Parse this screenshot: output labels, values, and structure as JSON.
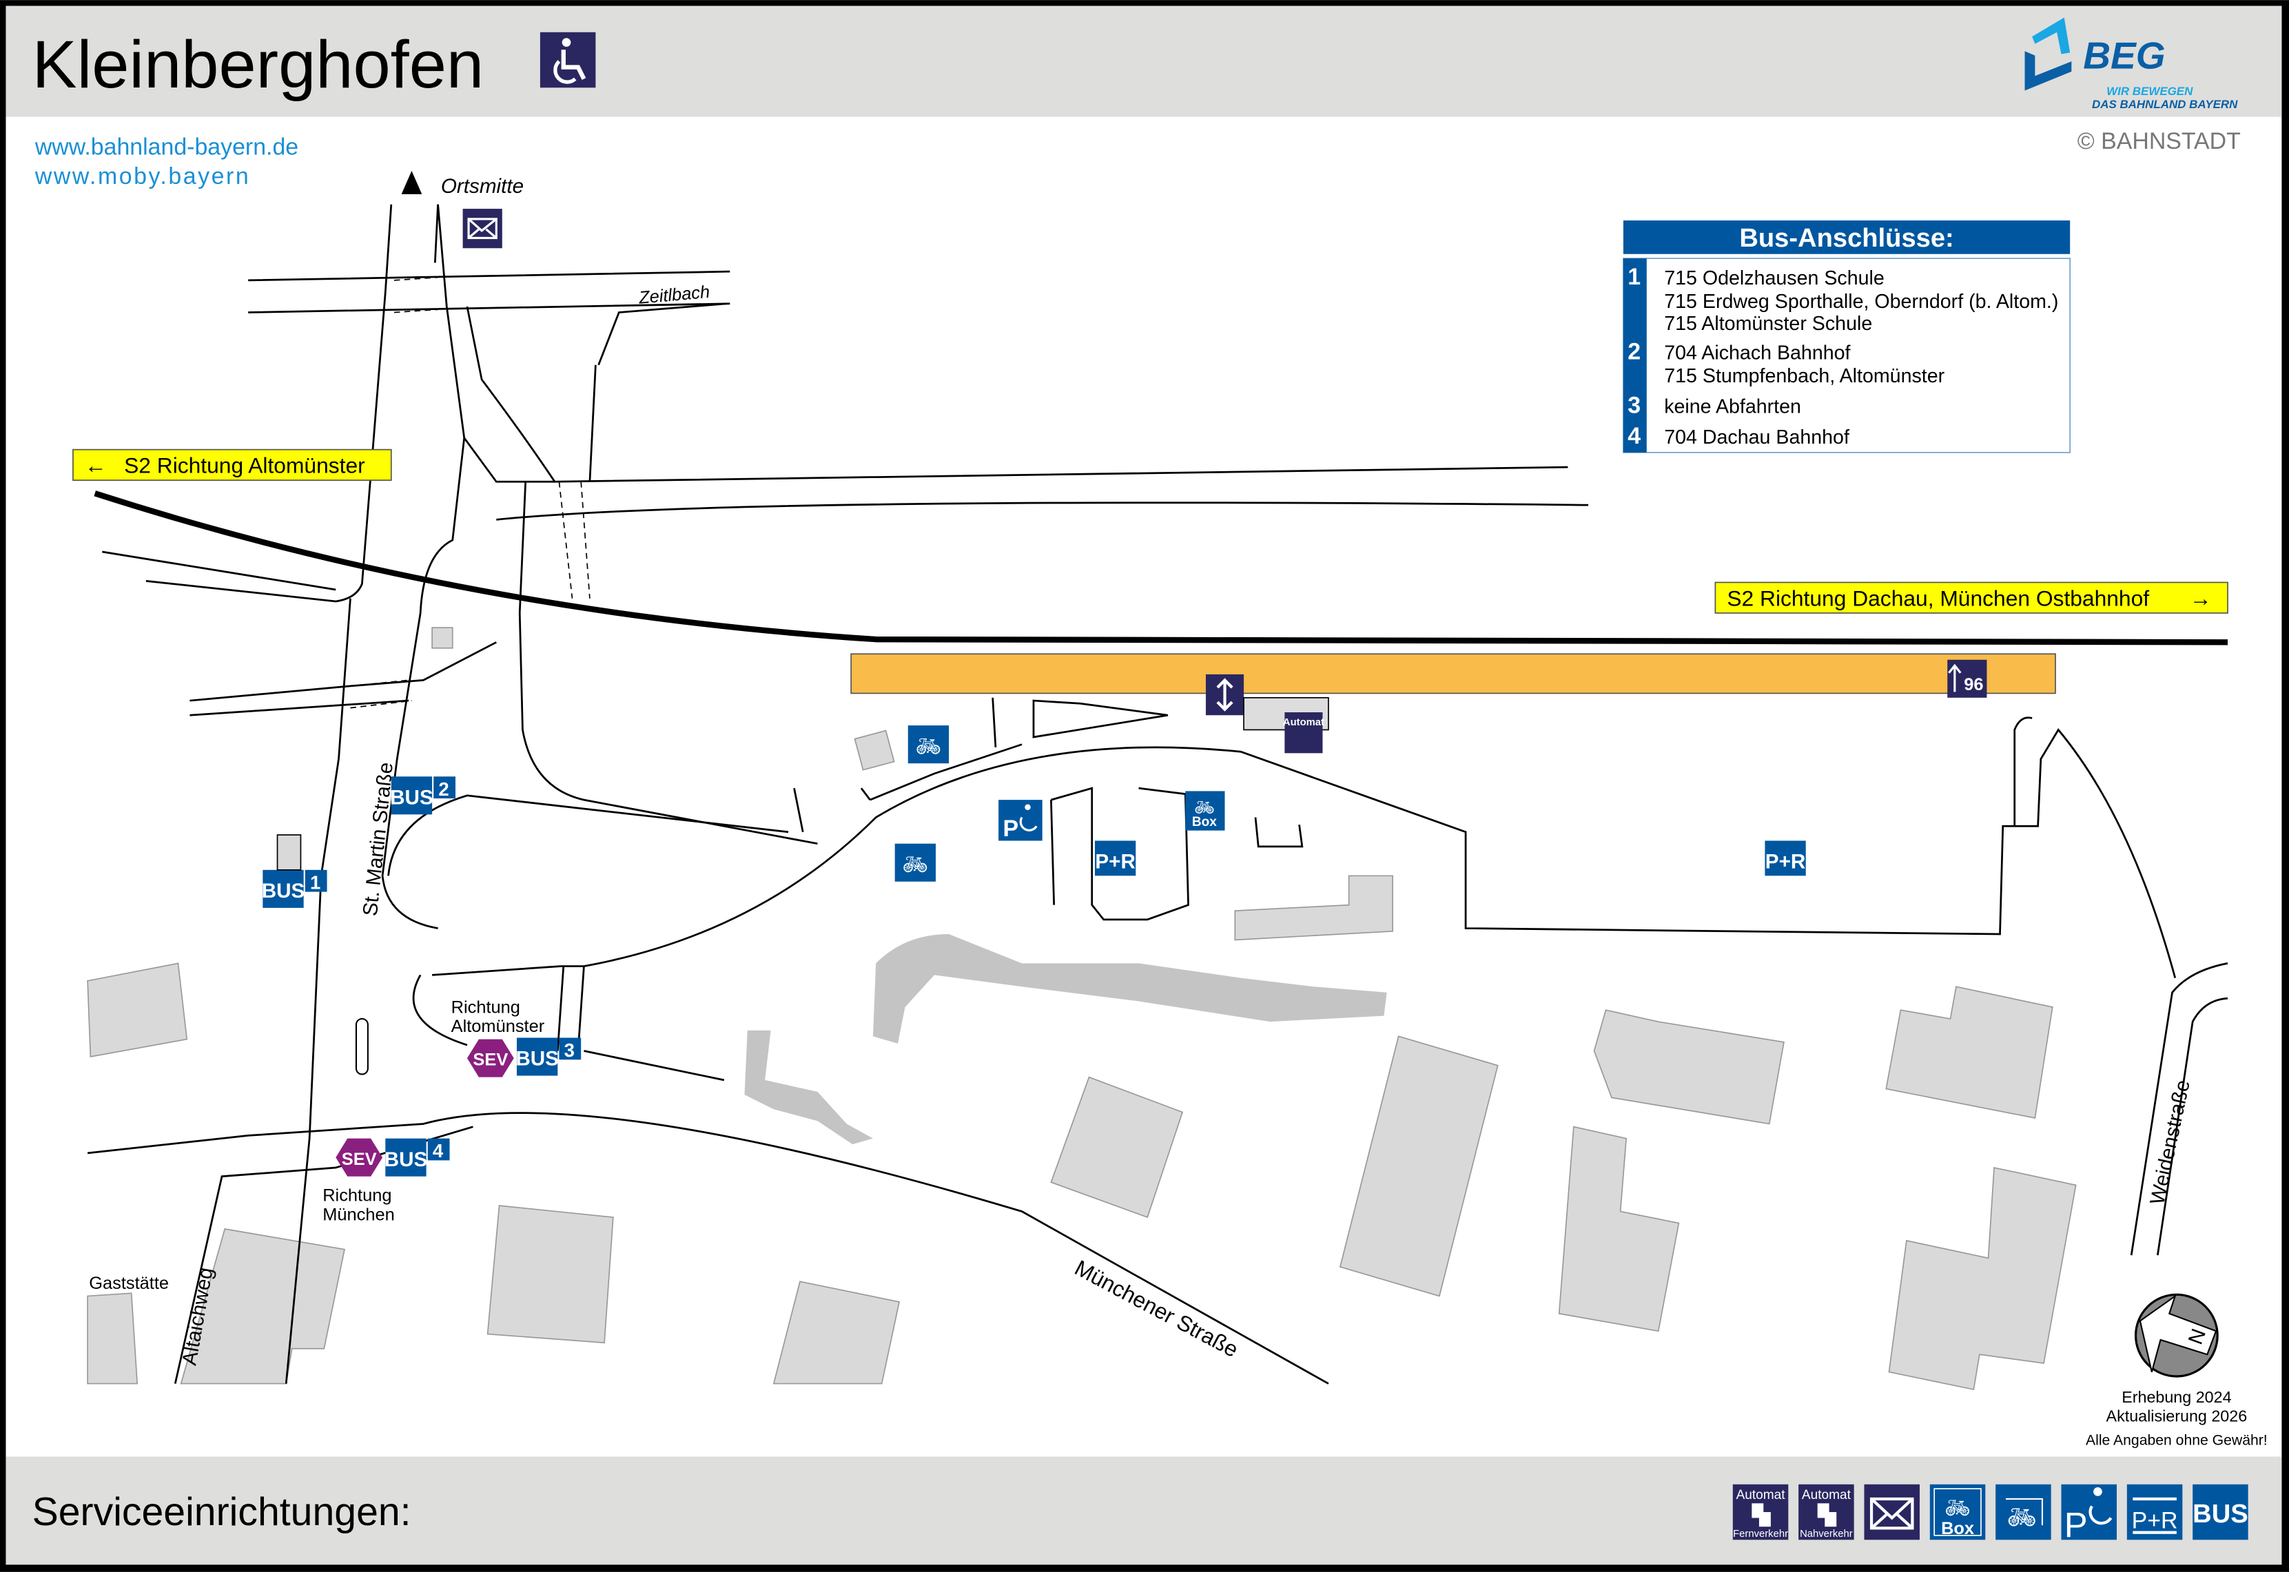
{
  "header": {
    "title": "Kleinberghofen",
    "accessibility_icon": "wheelchair-icon",
    "logo_text": "BEG",
    "logo_slogan_1": "WIR BEWEGEN",
    "logo_slogan_2": "DAS BAHNLAND BAYERN",
    "copyright": "© BAHNSTADT",
    "links": [
      "www.bahnland-bayern.de",
      "www.moby.bayern"
    ]
  },
  "bus_table": {
    "title": "Bus-Anschlüsse:",
    "rows": [
      {
        "stop": "1",
        "lines": [
          "715 Odelzhausen Schule",
          "715 Erdweg Sporthalle, Oberndorf (b. Altom.)",
          "715 Altomünster Schule"
        ]
      },
      {
        "stop": "2",
        "lines": [
          "704 Aichach Bahnhof",
          "715 Stumpfenbach, Altomünster"
        ]
      },
      {
        "stop": "3",
        "lines": [
          "keine Abfahrten"
        ]
      },
      {
        "stop": "4",
        "lines": [
          "704 Dachau Bahnhof"
        ]
      }
    ]
  },
  "directions": {
    "west": "S2 Richtung Altomünster",
    "east": "S2 Richtung Dachau, München Ostbahnhof",
    "ortsmitte": "Ortsmitte"
  },
  "map_labels": {
    "zeitlbach": "Zeitlbach",
    "st_martin": "St. Martin Straße",
    "muenchener": "Münchener Straße",
    "weidenstrasse": "Weidenstraße",
    "altaichweg": "Altaichweg",
    "gaststaette": "Gaststätte",
    "richtung_altomuenster": [
      "Richtung",
      "Altomünster"
    ],
    "richtung_muenchen": [
      "Richtung",
      "München"
    ],
    "track_number": "96",
    "automat": "Automat",
    "sev": "SEV",
    "bus": "BUS",
    "pr": "P+R",
    "box": "Box",
    "p": "P",
    "stop_numbers": [
      "1",
      "2",
      "3",
      "4"
    ]
  },
  "footer_notes": {
    "survey": "Erhebung 2024",
    "update": "Aktualisierung 2026",
    "disclaimer": "Alle Angaben ohne Gewähr!",
    "compass": "N"
  },
  "footer": {
    "title": "Serviceeinrichtungen:",
    "legend": [
      {
        "icon": "ticket-machine-long-distance-icon",
        "top": "Automat",
        "bottom": "Fernverkehr"
      },
      {
        "icon": "ticket-machine-regional-icon",
        "top": "Automat",
        "bottom": "Nahverkehr"
      },
      {
        "icon": "mail-icon"
      },
      {
        "icon": "bike-box-icon",
        "bottom": "Box"
      },
      {
        "icon": "bike-parking-icon"
      },
      {
        "icon": "accessible-parking-icon",
        "top": "P"
      },
      {
        "icon": "park-and-ride-icon",
        "top": "P+R"
      },
      {
        "icon": "bus-icon",
        "top": "BUS"
      }
    ]
  },
  "colors": {
    "navy": "#2a2760",
    "blue": "#0057a0",
    "platform": "#f9bc4a",
    "yellow": "#ffff00",
    "sev": "#8b1f7f",
    "link": "#1a8fd6",
    "building": "#d9d9d9"
  }
}
